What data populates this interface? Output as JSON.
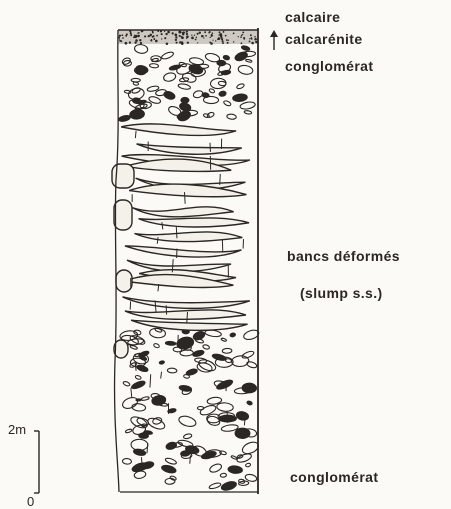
{
  "labels": {
    "top_1": "calcaire",
    "top_2": "calcarénite",
    "top_3": "conglomérat",
    "middle_1": "bancs  déformés",
    "middle_2": "(slump s.s.)",
    "bottom": "conglomérat"
  },
  "scale": {
    "top_label": "2m",
    "bottom_label": "0"
  },
  "icons": {
    "arrow": "upward-arrow-icon"
  },
  "colors": {
    "paper": "#fbfaf7",
    "ink": "#2a2724",
    "fill": "#f4f1ea"
  }
}
